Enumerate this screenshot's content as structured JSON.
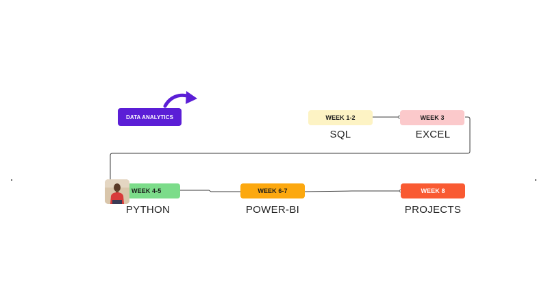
{
  "roadmap": {
    "title_label": "DATA ANALYTICS",
    "steps": [
      {
        "week": "WEEK 1-2",
        "topic": "SQL",
        "color": "#fdf3c4"
      },
      {
        "week": "WEEK 3",
        "topic": "EXCEL",
        "color": "#fbc9cb"
      },
      {
        "week": "WEEK 4-5",
        "topic": "PYTHON",
        "color": "#7cdc8a"
      },
      {
        "week": "WEEK 6-7",
        "topic": "POWER-BI",
        "color": "#fca80f"
      },
      {
        "week": "WEEK 8",
        "topic": "PROJECTS",
        "color": "#f95a32"
      }
    ]
  },
  "colors": {
    "title_background": "#5b1ed6",
    "arrow": "#5b1ed6",
    "connector": "#3a3a3a",
    "background": "#ffffff"
  },
  "icons": {
    "arrow": "curved-arrow-icon",
    "avatar": "person-photo"
  }
}
